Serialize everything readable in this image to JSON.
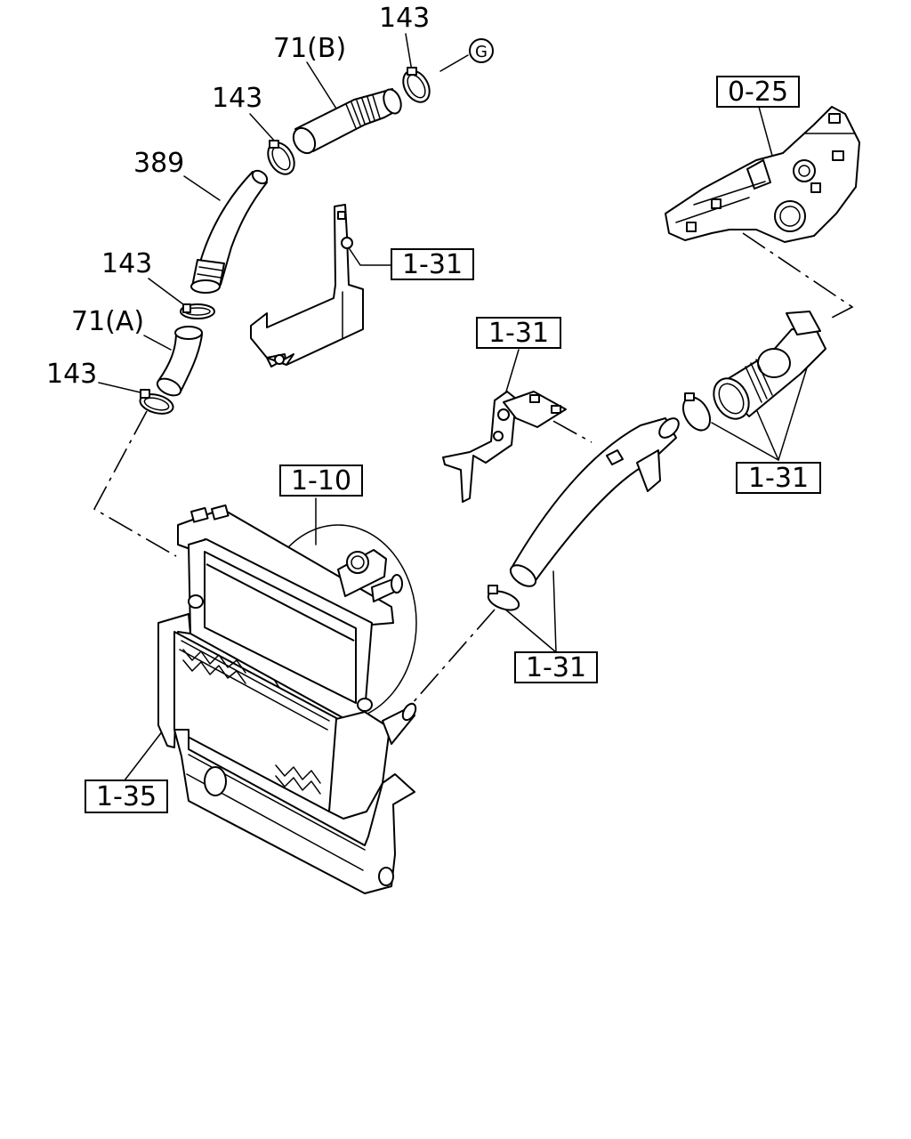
{
  "callouts": {
    "c143_top": "143",
    "c71b": "71(B)",
    "circle_g": "G",
    "c143_2": "143",
    "c389": "389",
    "c143_3": "143",
    "c71a": "71(A)",
    "c143_4": "143",
    "c025": "0-25",
    "c131_bracket_upper": "1-31",
    "c131_bracket_mid": "1-31",
    "c131_right": "1-31",
    "c110": "1-10",
    "c131_bottom": "1-31",
    "c135": "1-35"
  }
}
